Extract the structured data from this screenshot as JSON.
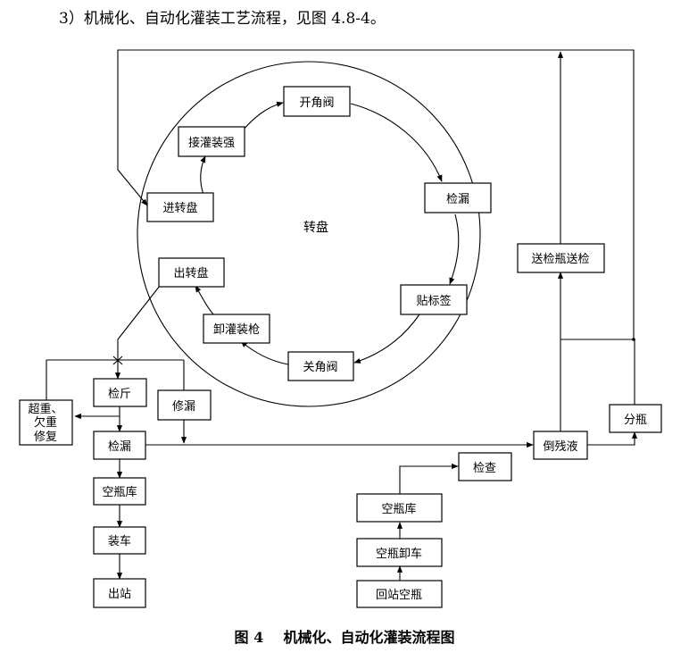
{
  "heading": "3）机械化、自动化灌装工艺流程，见图 4.8-4。",
  "caption": "图 4    机械化、自动化灌装流程图",
  "diagram": {
    "center_label": "转盘",
    "nodes": {
      "kaijiaofa": "开角阀",
      "jieguanzhuangqiang": "接灌装强",
      "jinzhuanpan": "进转盘",
      "jianlou_ring": "检漏",
      "tiebiaoqian": "贴标签",
      "guanjiaofa": "关角阀",
      "xieguanzhuangqiang": "卸灌装枪",
      "chuzhuanpan": "出转盘",
      "chaozhong": [
        "超重、",
        "欠重",
        "修复"
      ],
      "jianjin": "检斤",
      "xiulou": "修漏",
      "jianlou": "检漏",
      "kongpingku_left": "空瓶库",
      "zhuangche": "装车",
      "chuzhan": "出站",
      "jiancha": "检查",
      "kongpingku_right": "空瓶库",
      "kongpingxieche": "空瓶卸车",
      "huizhankongping": "回站空瓶",
      "daocanye": "倒残液",
      "songjian": "送检瓶送检",
      "fenping": "分瓶"
    }
  }
}
